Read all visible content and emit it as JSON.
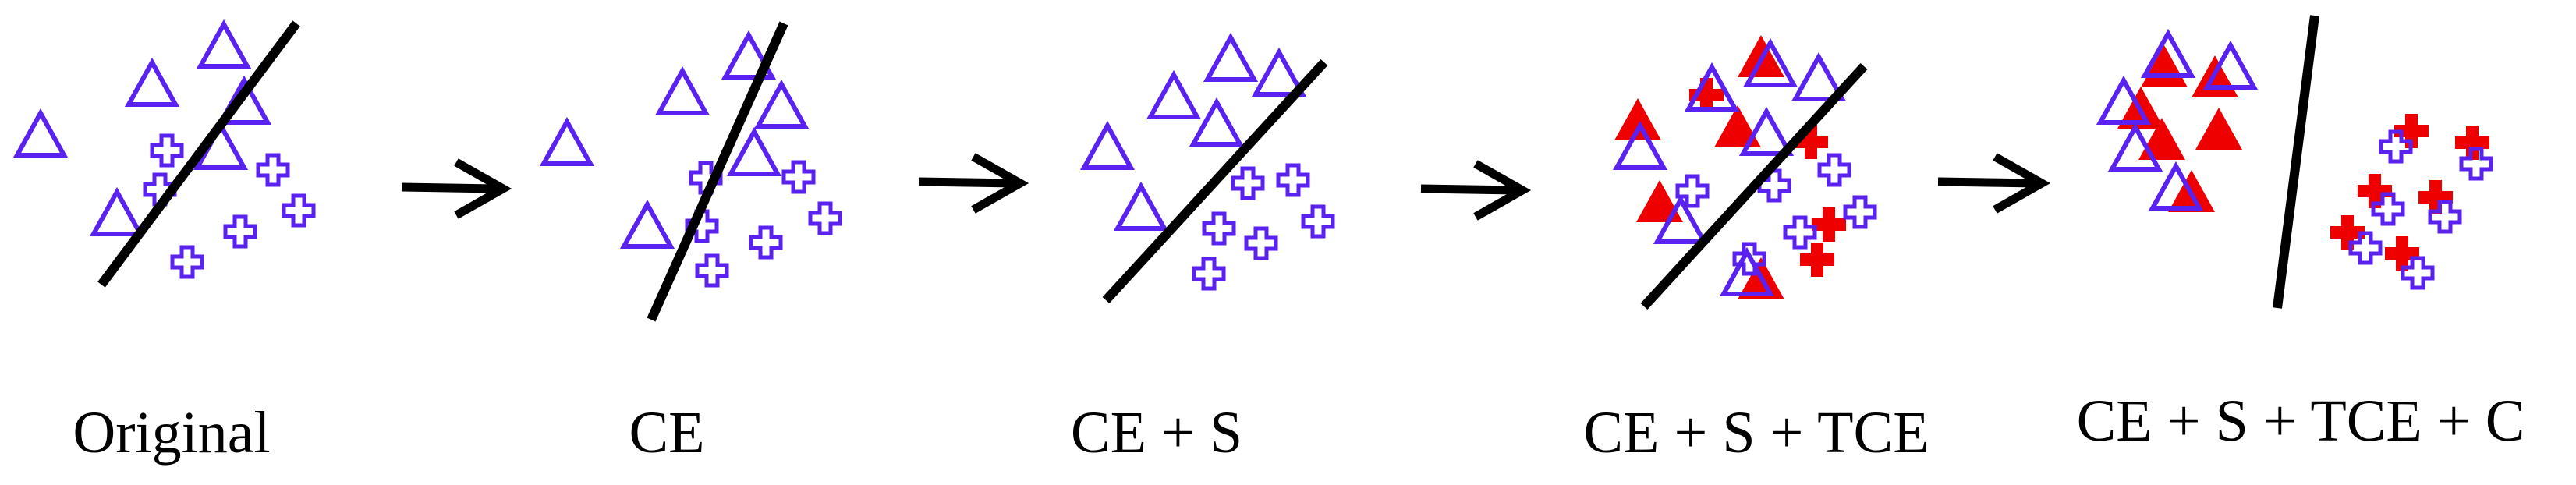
{
  "colors": {
    "outline": "#5a22f0",
    "filled": "#ee0000",
    "line": "#000000"
  },
  "icons": {
    "outline_triangle": "triangle-outline",
    "outline_cross": "cross-outline",
    "filled_triangle": "triangle-filled",
    "filled_cross": "cross-filled",
    "arrow": "arrow-right"
  },
  "panels": [
    {
      "caption": "Original"
    },
    {
      "caption": "CE"
    },
    {
      "caption": "CE + S"
    },
    {
      "caption": "CE + S + TCE"
    },
    {
      "caption": "CE + S + TCE + C"
    }
  ]
}
